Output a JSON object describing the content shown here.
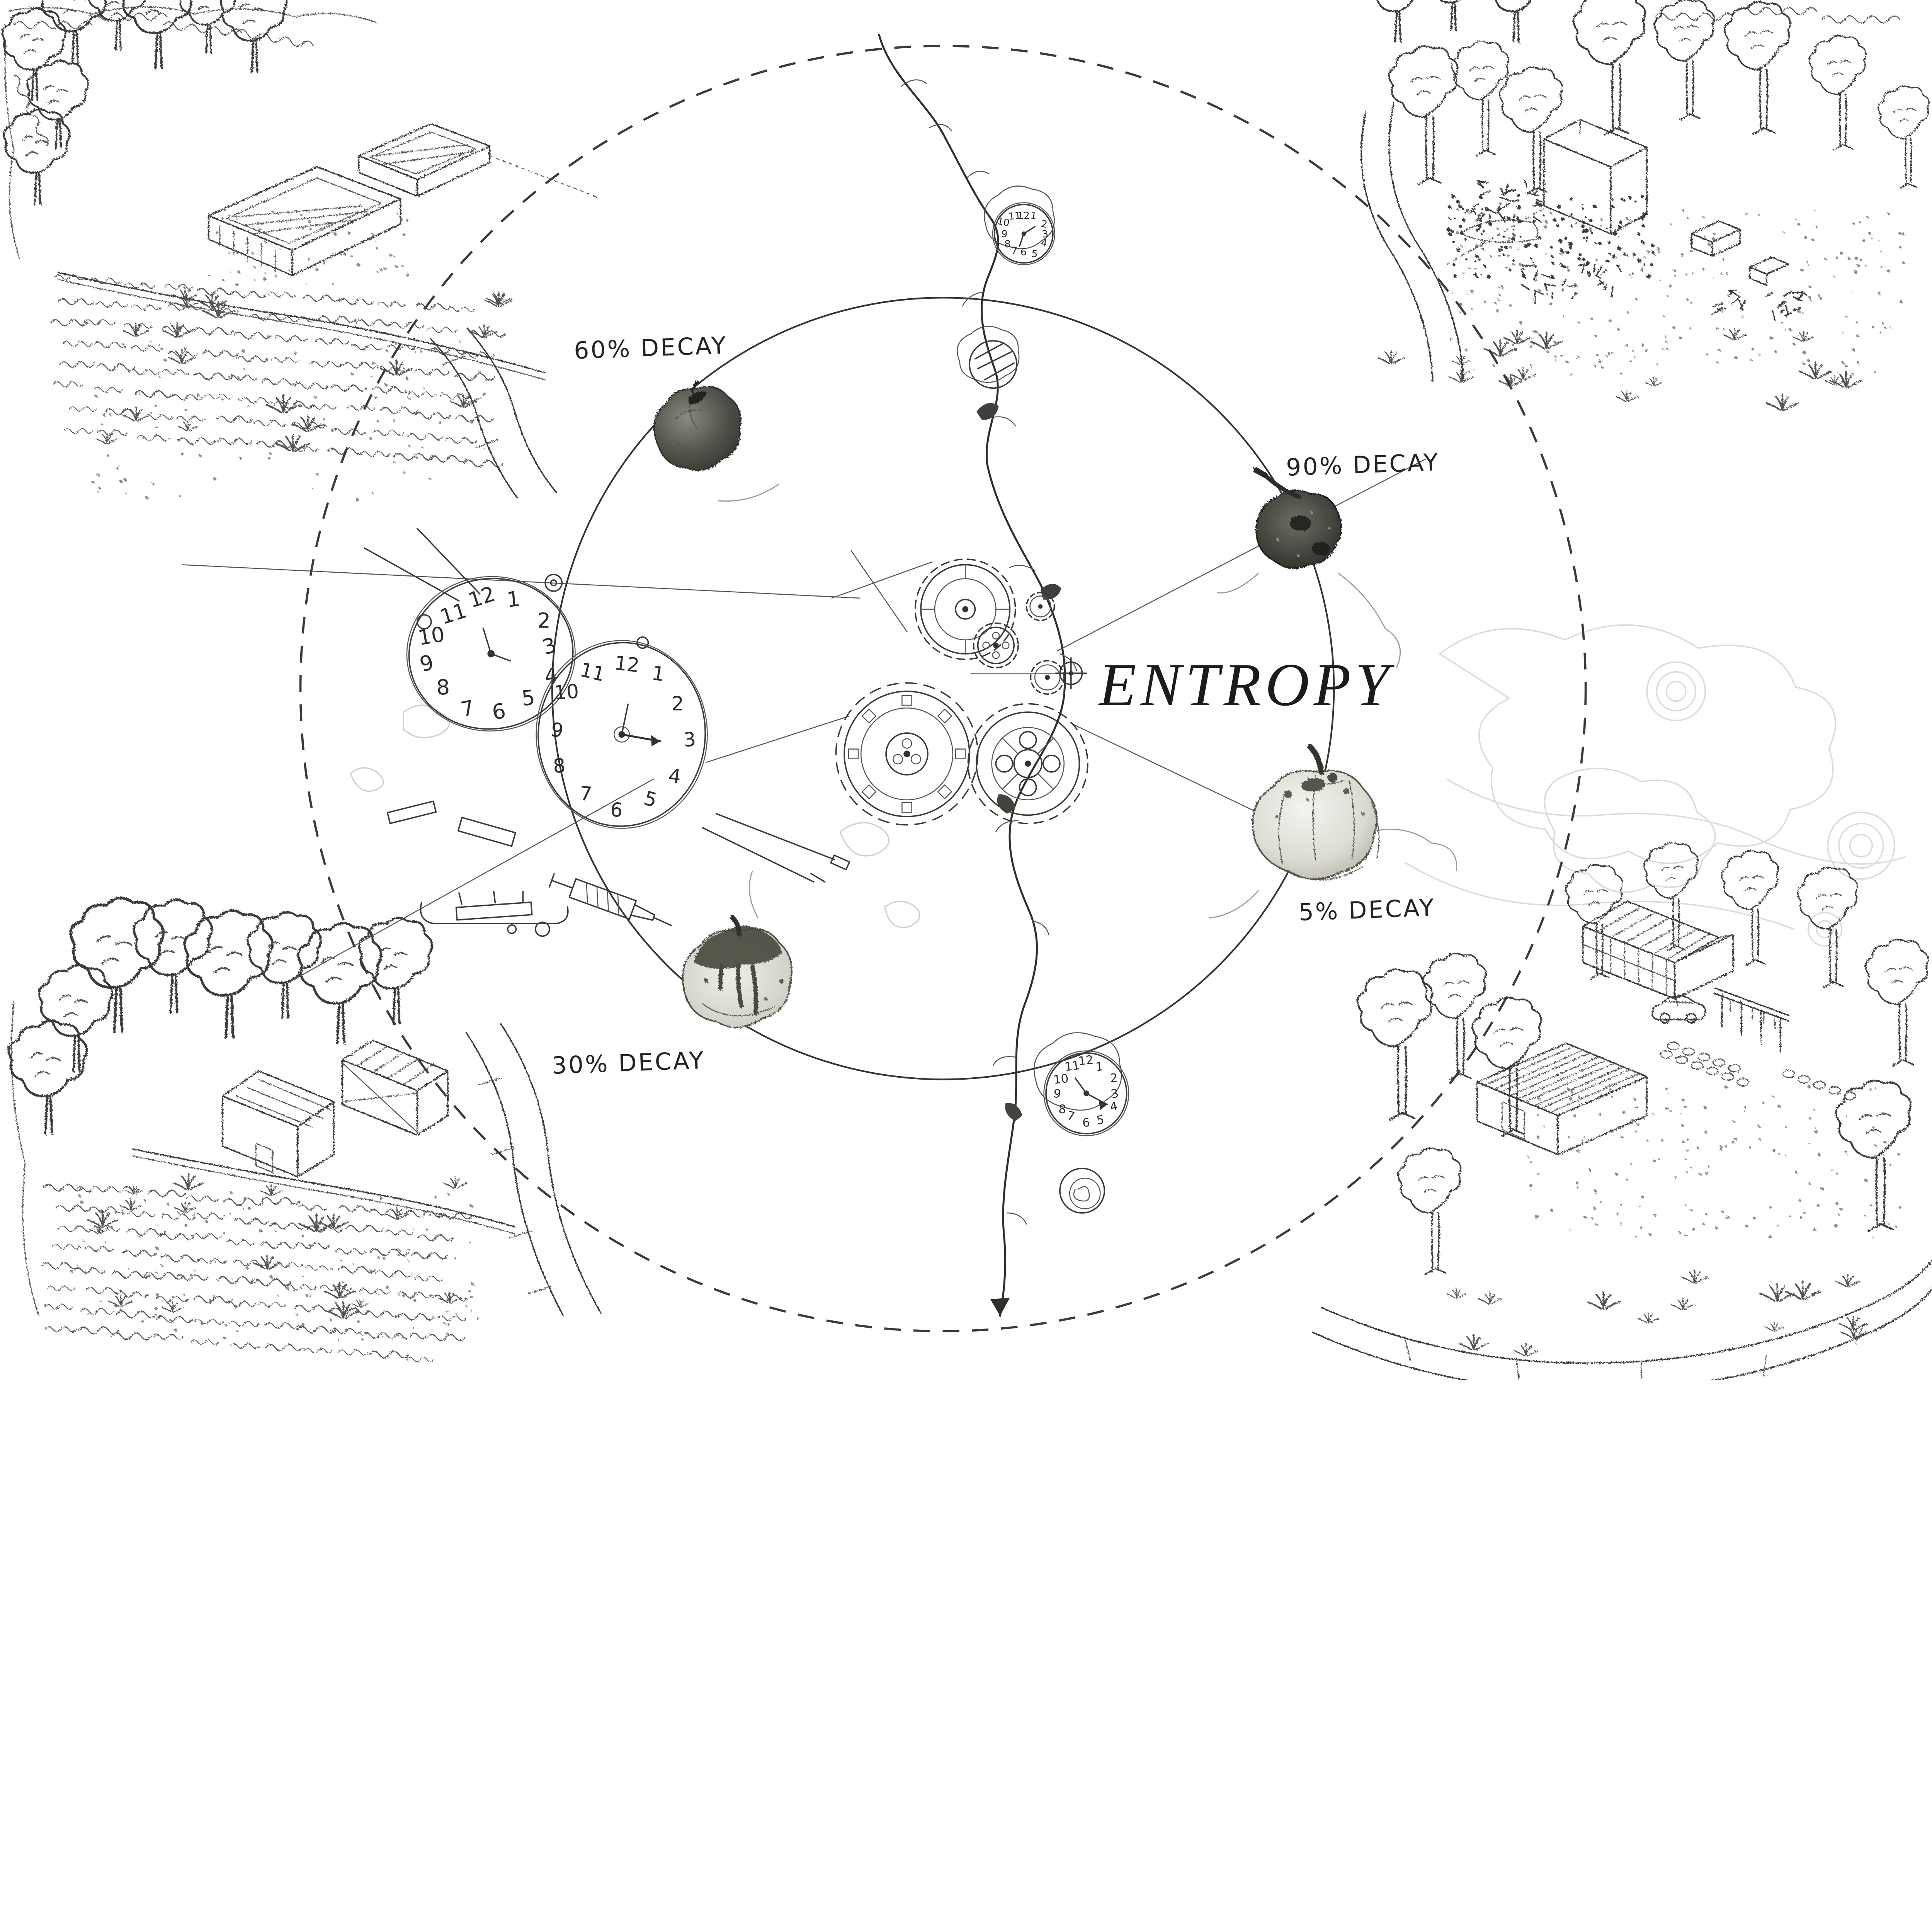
{
  "title": "ENTROPY",
  "stages": {
    "decay60": "60% DECAY",
    "decay90": "90% DECAY",
    "decay30": "30% DECAY",
    "decay5": "5% DECAY"
  },
  "clock_numerals": [
    "1",
    "2",
    "3",
    "4",
    "5",
    "6",
    "7",
    "8",
    "9",
    "10",
    "11",
    "12"
  ],
  "colors": {
    "ink": "#2f2f2c",
    "paper": "#ffffff",
    "faint": "#d8d8d6"
  }
}
